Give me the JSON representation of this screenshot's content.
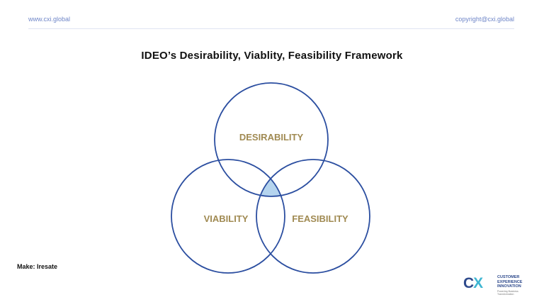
{
  "header": {
    "website": "www.cxi.global",
    "copyright": "copyright@cxi.global"
  },
  "title": "IDEO’s Desirability, Viablity, Feasibility Framework",
  "diagram": {
    "circles": [
      {
        "id": "desirability",
        "label": "DESIRABILITY"
      },
      {
        "id": "viability",
        "label": "VIABILITY"
      },
      {
        "id": "feasibility",
        "label": "FEASIBILITY"
      }
    ],
    "colors": {
      "circle_stroke": "#2b4ea0",
      "label": "#a08a52",
      "intersection_fill": "#b5d4ee"
    }
  },
  "credit": "Make: Iresate",
  "logo": {
    "mark_left": "C",
    "mark_right": "X",
    "words": [
      "CUSTOMER",
      "EXPERIENCE",
      "INNOVATION"
    ],
    "tagline": "Powering Business Transformation"
  }
}
